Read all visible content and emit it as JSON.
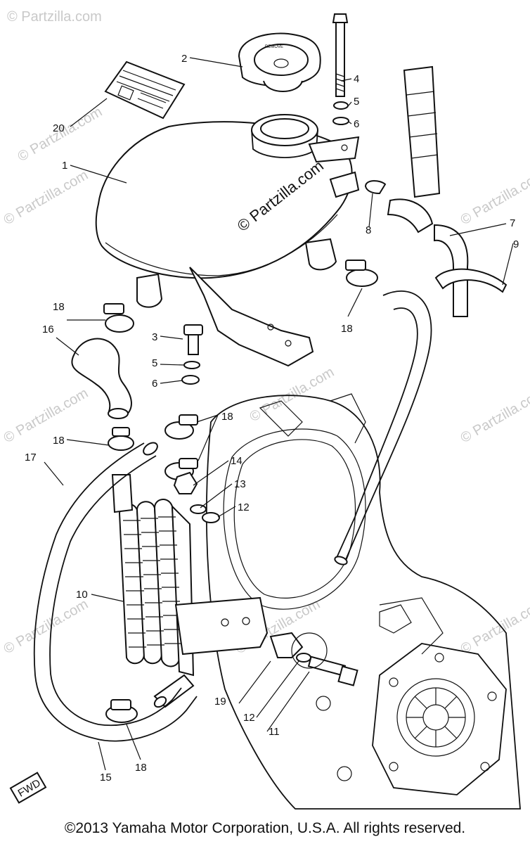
{
  "watermark": {
    "main": "© Partzilla.com",
    "faint": "© Partzilla.com"
  },
  "callouts": [
    "1",
    "2",
    "3",
    "4",
    "5",
    "5",
    "6",
    "6",
    "7",
    "8",
    "9",
    "10",
    "11",
    "12",
    "12",
    "13",
    "14",
    "15",
    "16",
    "17",
    "18",
    "18",
    "18",
    "18",
    "18",
    "19",
    "20"
  ],
  "fwd_badge": "FWD",
  "cap_text": "REMOVE",
  "copyright": "©2013  Yamaha Motor Corporation, U.S.A. All rights reserved."
}
